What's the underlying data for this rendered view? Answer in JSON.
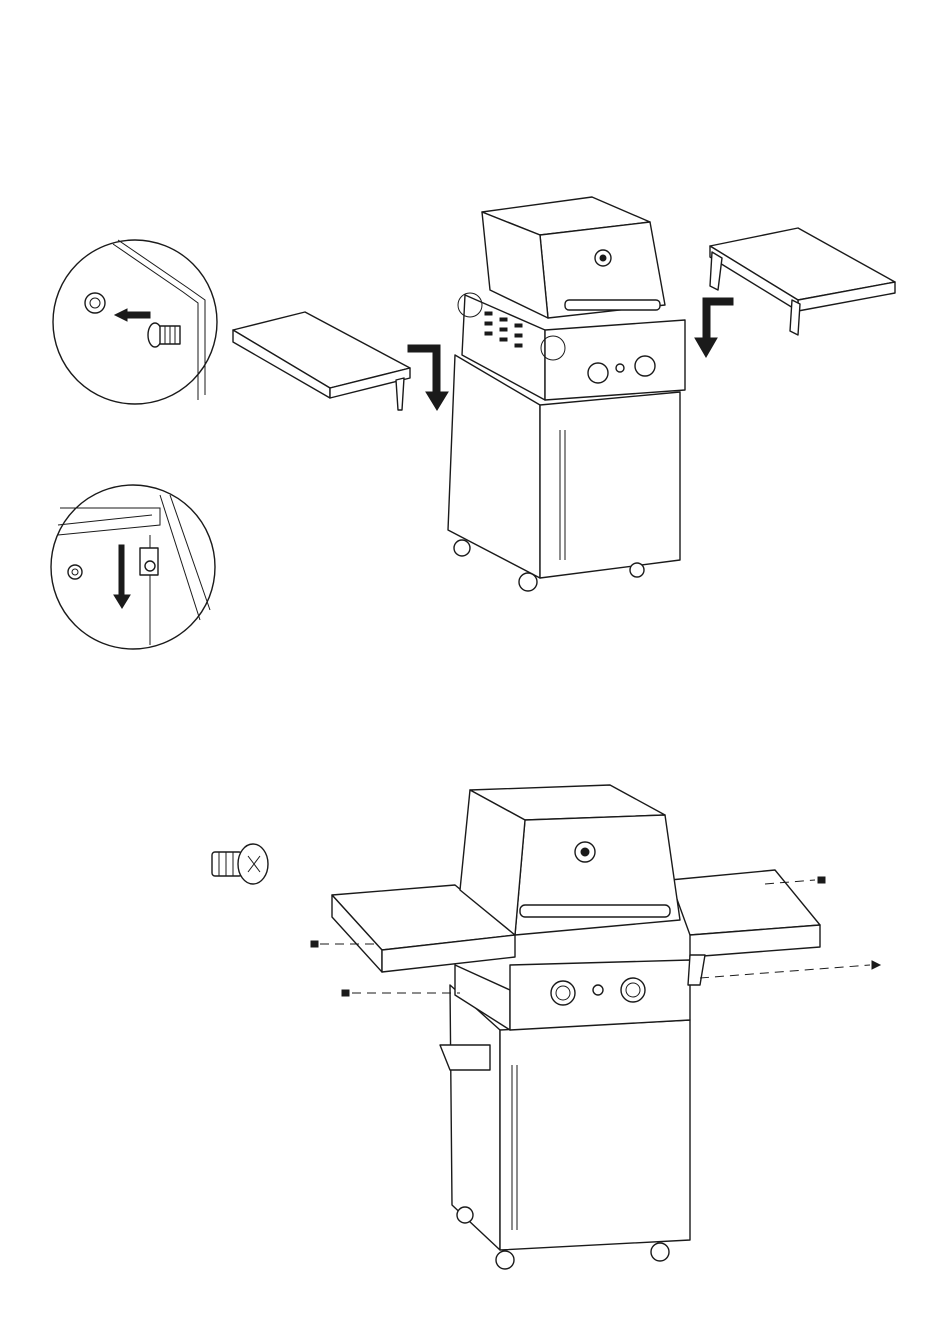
{
  "diagram": {
    "steps": [
      {
        "items": [
          "grill",
          "left-side-shelf",
          "right-side-shelf",
          "screw-detail-callout",
          "hook-detail-callout"
        ]
      },
      {
        "items": [
          "screw-part-icon",
          "assembled-grill-with-shelves"
        ]
      }
    ],
    "colors": {
      "line": "#1a1a1a",
      "background": "#ffffff",
      "shade": "#e8e8e8"
    }
  }
}
